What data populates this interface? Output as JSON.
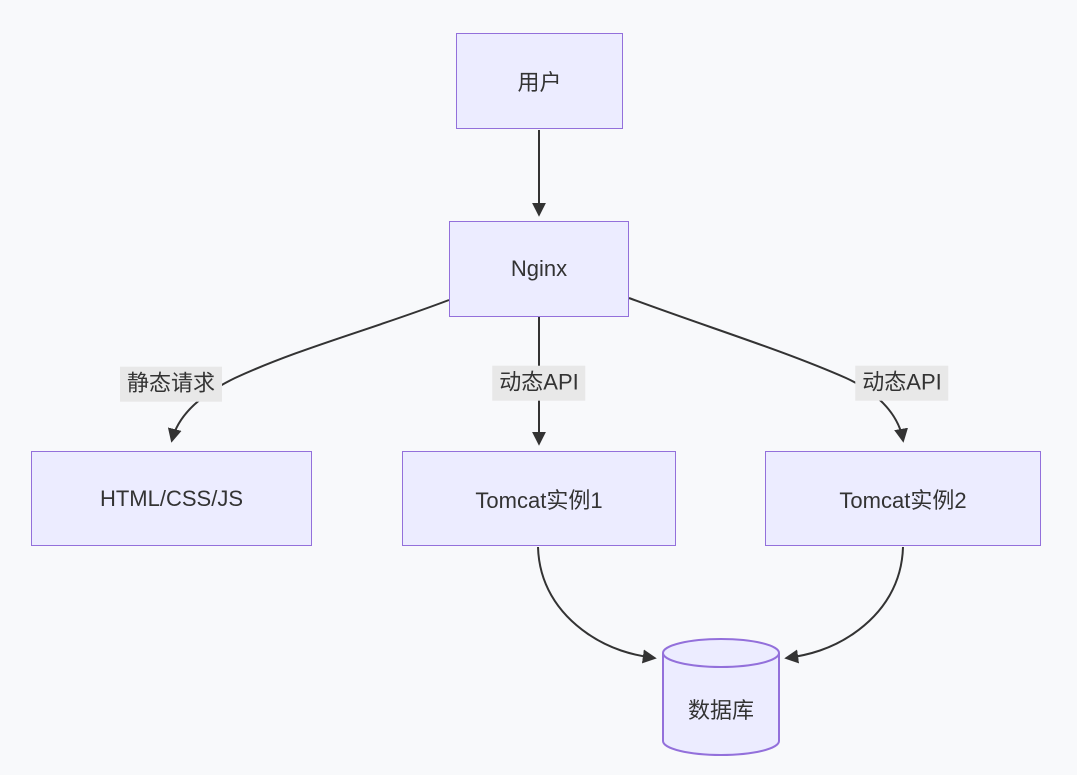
{
  "diagram": {
    "type": "flowchart",
    "direction": "top-down",
    "nodes": [
      {
        "id": "user",
        "label": "用户",
        "shape": "rectangle"
      },
      {
        "id": "nginx",
        "label": "Nginx",
        "shape": "rectangle"
      },
      {
        "id": "static",
        "label": "HTML/CSS/JS",
        "shape": "rectangle"
      },
      {
        "id": "tomcat1",
        "label": "Tomcat实例1",
        "shape": "rectangle"
      },
      {
        "id": "tomcat2",
        "label": "Tomcat实例2",
        "shape": "rectangle"
      },
      {
        "id": "db",
        "label": "数据库",
        "shape": "cylinder"
      }
    ],
    "edges": [
      {
        "from": "user",
        "to": "nginx",
        "label": ""
      },
      {
        "from": "nginx",
        "to": "static",
        "label": "静态请求"
      },
      {
        "from": "nginx",
        "to": "tomcat1",
        "label": "动态API"
      },
      {
        "from": "nginx",
        "to": "tomcat2",
        "label": "动态API"
      },
      {
        "from": "tomcat1",
        "to": "db",
        "label": ""
      },
      {
        "from": "tomcat2",
        "to": "db",
        "label": ""
      }
    ],
    "colors": {
      "node_fill": "#ECECFF",
      "node_border": "#9370DB",
      "edge_line": "#333333",
      "text": "#333333",
      "edge_label_background": "#e8e8e8",
      "page_background": "#f8f9fb"
    }
  }
}
